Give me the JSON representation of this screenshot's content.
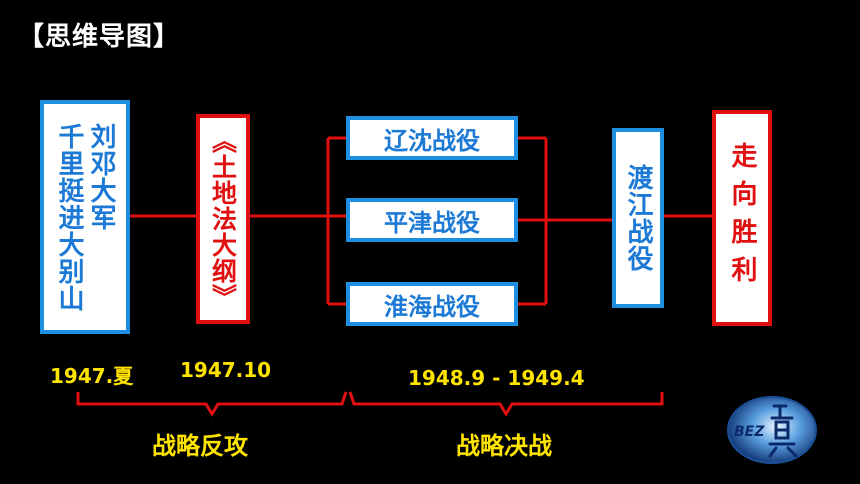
{
  "title": "【思维导图】",
  "nodes": {
    "liudeng": {
      "line1": "刘邓大军",
      "line2": "千里挺进大别山"
    },
    "tudifa": "《土地法大纲》",
    "liaoshen": "辽沈战役",
    "pingjin": "平津战役",
    "huaihai": "淮海战役",
    "dujiang": "渡江战役",
    "victory": "走向胜利"
  },
  "dates": {
    "d1": "1947.夏",
    "d2": "1947.10",
    "d3": "1948.9 - 1949.4"
  },
  "phases": {
    "counter": "战略反攻",
    "decisive": "战略决战"
  },
  "logo_text": "BEZ",
  "colors": {
    "blue": "#1e8fe0",
    "red": "#e01010",
    "yellow": "#ffe400"
  }
}
